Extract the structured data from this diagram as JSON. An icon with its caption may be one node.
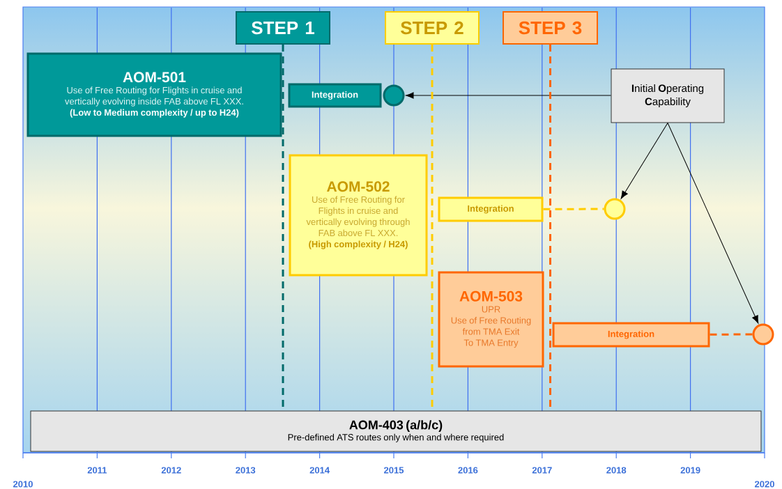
{
  "diagram": {
    "nodes": [
      {
        "text": [
          "STEP 1"
        ]
      },
      {
        "text": [
          "STEP 2"
        ]
      },
      {
        "text": [
          "STEP 3"
        ]
      },
      {
        "text": [
          "AOM-501",
          "Use of Free Routing for Flights in cruise and vertically evolving inside FAB above FL XXX.",
          "(Low to Medium complexity / up to H24)"
        ]
      },
      {
        "text": [
          "Integration"
        ]
      },
      {
        "text": [],
        "shape": "circle"
      },
      {
        "text": [
          "**I**nitial **O**perating **C**apability"
        ]
      },
      {
        "text": [
          "AOM-502",
          "Use of Free Routing for Flights in cruise and vertically evolving through FAB above FL XXX.",
          "(High complexity / H24)"
        ]
      },
      {
        "text": [
          "Integration"
        ]
      },
      {
        "text": [],
        "shape": "circle"
      },
      {
        "text": [
          "AOM-503",
          "UPR",
          "Use of Free Routing from TMA Exit To TMA Entry"
        ]
      },
      {
        "text": [
          "Integration"
        ]
      },
      {
        "text": [],
        "shape": "circle"
      },
      {
        "text": [
          "AOM-403 (a/b/c)",
          "Pre-defined ATS routes only when and where required"
        ]
      }
    ],
    "edges": [
      {
        "from": 6,
        "to": 5,
        "arrow": "to"
      },
      {
        "from": 6,
        "to": 9,
        "arrow": "to"
      },
      {
        "from": 6,
        "to": 12,
        "arrow": "to"
      },
      {
        "from": 8,
        "to": 9,
        "arrow": "none",
        "style": "dashed",
        "color": "#ffcc00"
      },
      {
        "from": 11,
        "to": 12,
        "arrow": "none",
        "style": "dashed",
        "color": "#ff6600"
      },
      {
        "from": 0,
        "to": 13,
        "arrow": "none",
        "style": "dashed",
        "color": "#006a6a"
      },
      {
        "from": 1,
        "to": 13,
        "arrow": "none",
        "style": "dashed",
        "color": "#ffcc00"
      },
      {
        "from": 2,
        "to": 13,
        "arrow": "none",
        "style": "dashed",
        "color": "#ff6600"
      }
    ],
    "labels": [
      "2010",
      "2011",
      "2012",
      "2013",
      "2014",
      "2015",
      "2016",
      "2017",
      "2018",
      "2019",
      "2020"
    ]
  }
}
